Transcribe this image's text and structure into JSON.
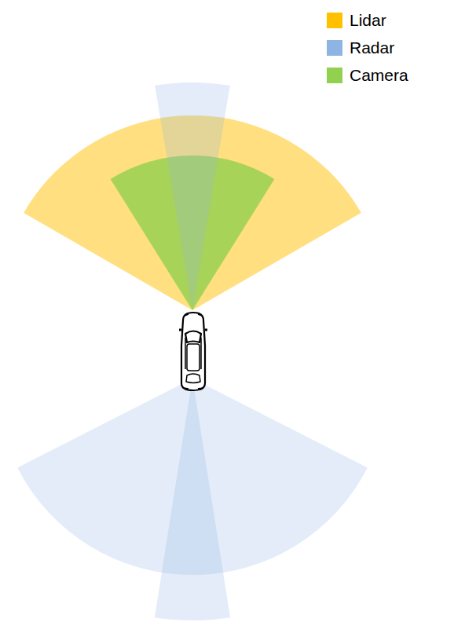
{
  "diagram": {
    "legend": [
      {
        "text": "Lidar",
        "color": "#ffc000"
      },
      {
        "text": "Radar",
        "color": "#8eb4e3"
      },
      {
        "text": "Camera",
        "color": "#92d050"
      }
    ]
  }
}
